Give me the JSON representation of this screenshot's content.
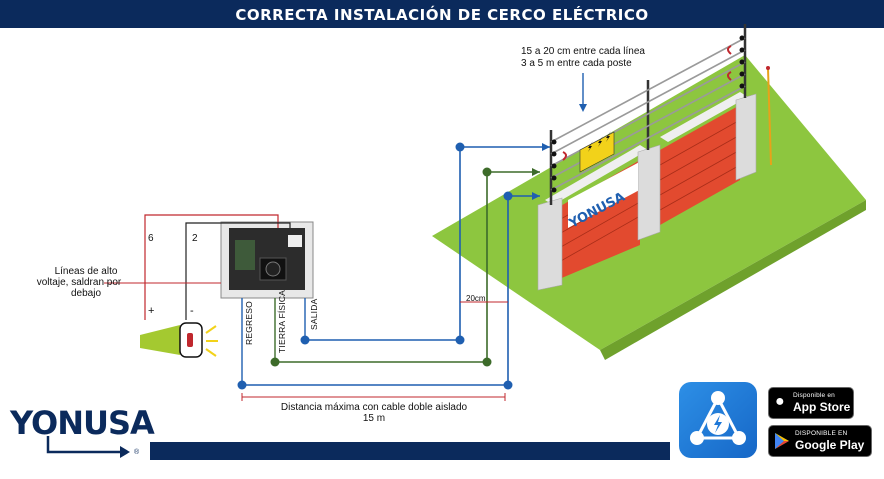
{
  "header": {
    "title": "CORRECTA INSTALACIÓN DE CERCO ELÉCTRICO"
  },
  "labels": {
    "spacing_line1": "15 a 20 cm entre cada línea",
    "spacing_line2": "3 a 5 m entre cada poste",
    "hv_line1": "Líneas de alto",
    "hv_line2": "voltaje, saldran por",
    "hv_line3": "debajo",
    "wire_6": "6",
    "wire_2": "2",
    "plus": "+",
    "minus": "-",
    "regreso": "REGRESO",
    "tierra": "TIERRA FÍSICA",
    "salida": "SALIDA",
    "gap_20cm": "20cm",
    "distance_line1": "Distancia máxima con cable doble aislado",
    "distance_line2": "15 m",
    "wall_brand": "YONUSA"
  },
  "brand": {
    "name": "YONUSA",
    "registered": "®"
  },
  "stores": {
    "apple_small": "Disponible en",
    "apple_big": "App Store",
    "google_small": "DISPONIBLE EN",
    "google_big": "Google Play"
  },
  "colors": {
    "header": "#0b2a5c",
    "wire_blue": "#1f5fb0",
    "wire_green": "#3d6b2a",
    "wire_red": "#c0272d",
    "grass": "#8dc63f",
    "brick": "#d9432b",
    "app_blue": "#1e78d8"
  }
}
